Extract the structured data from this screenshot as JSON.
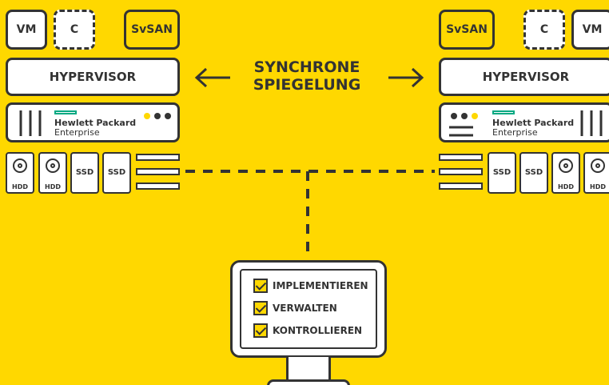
{
  "diagram": {
    "center_label_line1": "SYNCHRONE",
    "center_label_line2": "SPIEGELUNG",
    "left": {
      "vm_label": "VM",
      "container_label": "C",
      "svsan_label": "SvSAN",
      "hypervisor_label": "HYPERVISOR",
      "brand_line1": "Hewlett Packard",
      "brand_line2": "Enterprise",
      "hdd_label": "HDD",
      "ssd_label": "SSD"
    },
    "right": {
      "vm_label": "VM",
      "container_label": "C",
      "svsan_label": "SvSAN",
      "hypervisor_label": "HYPERVISOR",
      "brand_line1": "Hewlett Packard",
      "brand_line2": "Enterprise",
      "hdd_label": "HDD",
      "ssd_label": "SSD"
    },
    "monitor_items": [
      "IMPLEMENTIEREN",
      "VERWALTEN",
      "KONTROLLIEREN"
    ],
    "colors": {
      "background": "#FFD800",
      "line": "#333333",
      "hpe_green": "#01A982"
    }
  }
}
